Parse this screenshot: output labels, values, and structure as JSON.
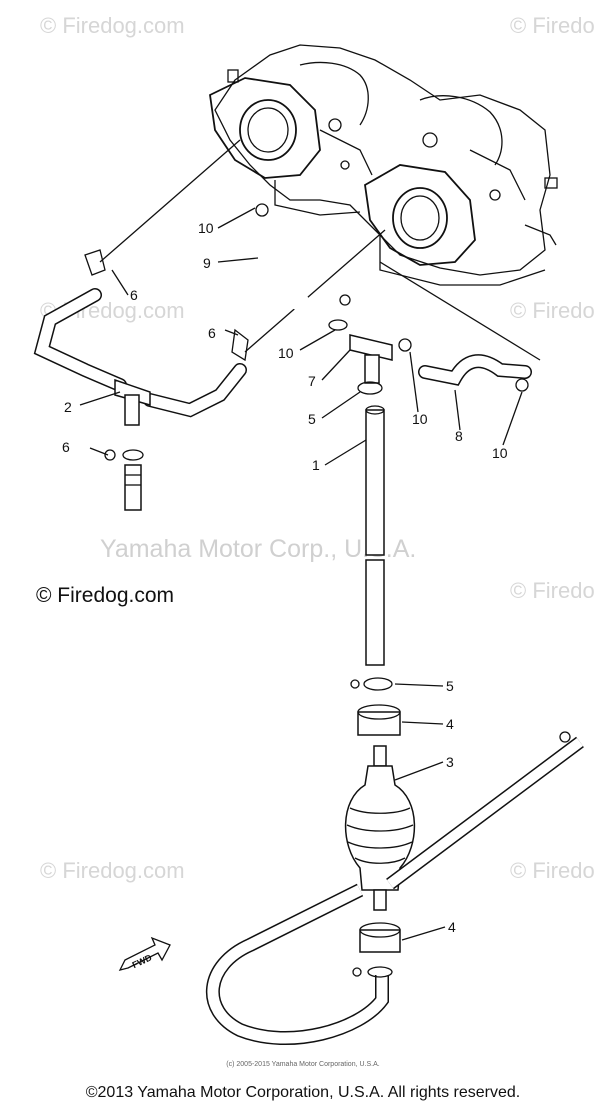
{
  "watermarks": {
    "top_left": "© Firedog.com",
    "top_right": "© Firedo",
    "row2_left": "© Firedog.com",
    "row2_right": "© Firedo",
    "middle": "Yamaha Motor Corp., U.S.A.",
    "left_mid": "© Firedog.com",
    "right_mid": "© Firedo",
    "lower_left": "© Firedog.com",
    "lower_right": "© Firedo"
  },
  "callouts": {
    "c1": "1",
    "c2": "2",
    "c3": "3",
    "c4a": "4",
    "c4b": "4",
    "c5a": "5",
    "c5b": "5",
    "c6a": "6",
    "c6b": "6",
    "c6c": "6",
    "c7": "7",
    "c8": "8",
    "c9": "9",
    "c10a": "10",
    "c10b": "10",
    "c10c": "10",
    "c10d": "10"
  },
  "fwd_label": "FWD",
  "footer": {
    "small": "(c) 2005-2015 Yamaha Motor Corporation, U.S.A.",
    "copyright": "©2013 Yamaha Motor Corporation, U.S.A. All rights reserved."
  }
}
